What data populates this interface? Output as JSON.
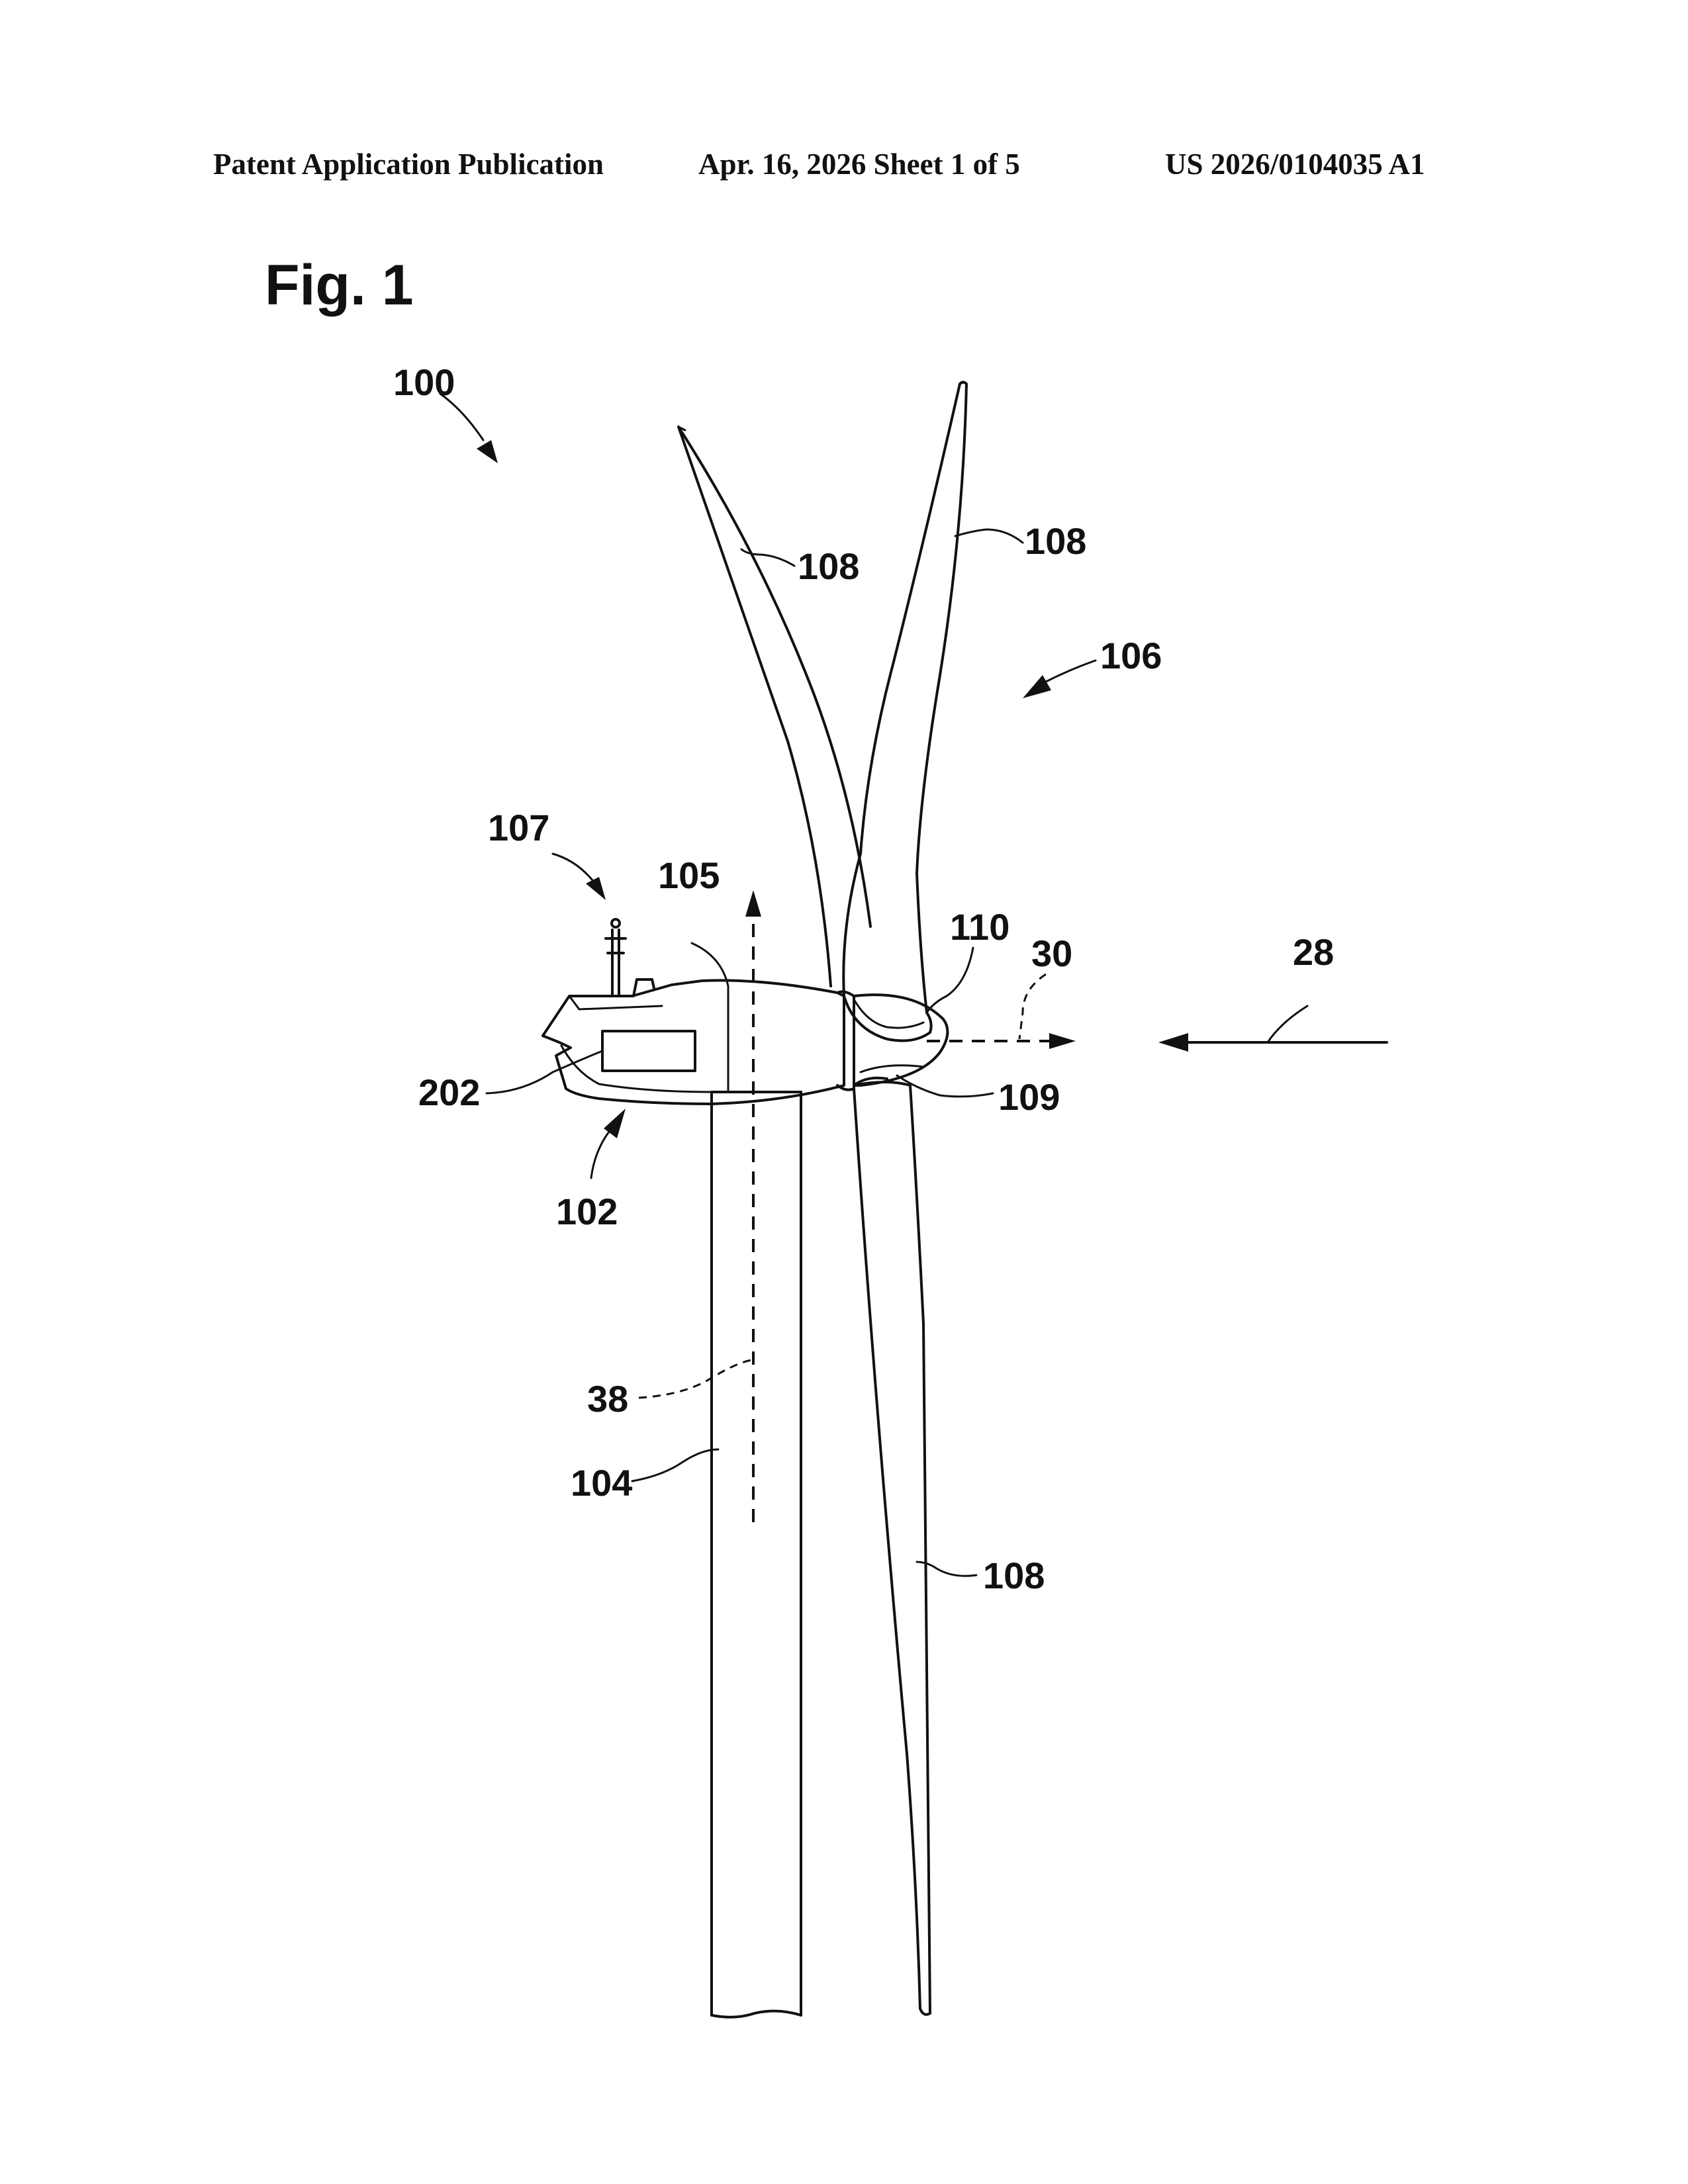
{
  "header": {
    "publication": "Patent Application Publication",
    "date_sheet": "Apr. 16, 2026  Sheet 1 of 5",
    "number": "US 2026/0104035 A1"
  },
  "figure": {
    "title": "Fig. 1",
    "labels": {
      "l100": "100",
      "l108a": "108",
      "l108b": "108",
      "l106": "106",
      "l107": "107",
      "l105": "105",
      "l110": "110",
      "l30": "30",
      "l28": "28",
      "l202": "202",
      "l109": "109",
      "l102": "102",
      "l38": "38",
      "l104": "104",
      "l108c": "108"
    }
  }
}
